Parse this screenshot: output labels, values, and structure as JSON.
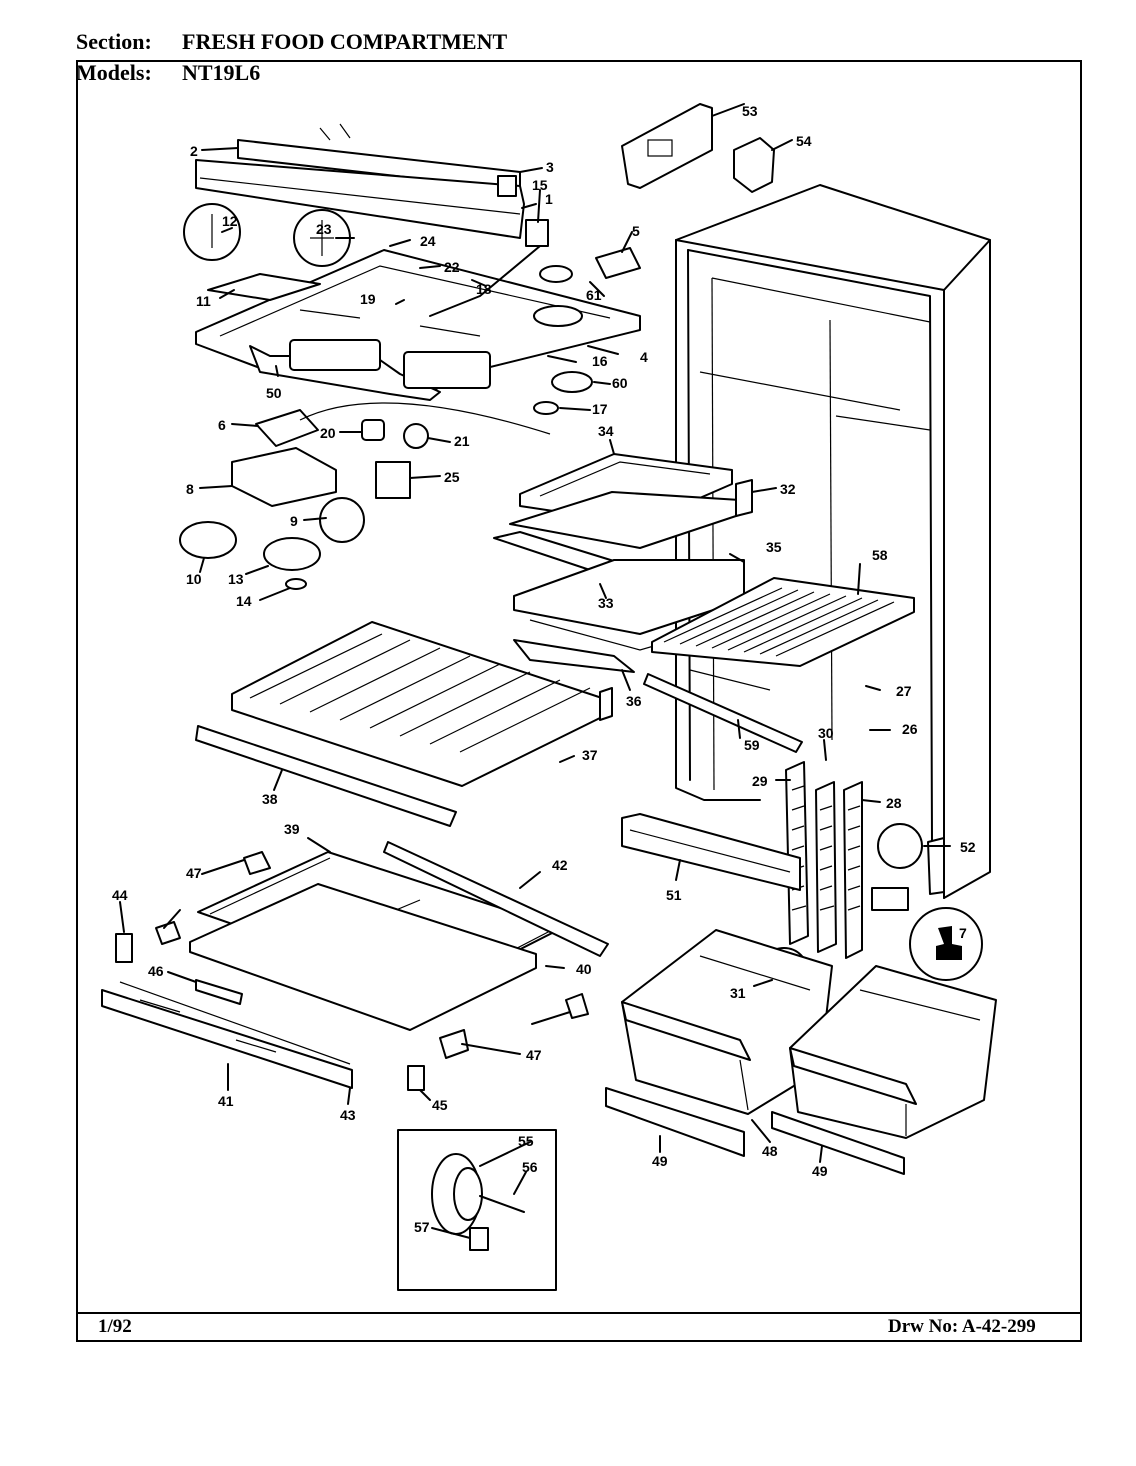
{
  "header": {
    "section_label": "Section:",
    "section_value": "FRESH FOOD COMPARTMENT",
    "models_label": "Models:",
    "models_value": "NT19L6"
  },
  "footer": {
    "date": "1/92",
    "drawing_number": "Drw No: A-42-299"
  },
  "callouts": [
    "1",
    "2",
    "3",
    "4",
    "5",
    "6",
    "7",
    "8",
    "9",
    "10",
    "11",
    "12",
    "13",
    "14",
    "15",
    "16",
    "17",
    "18",
    "19",
    "20",
    "21",
    "22",
    "23",
    "24",
    "25",
    "26",
    "27",
    "28",
    "29",
    "30",
    "31",
    "32",
    "33",
    "34",
    "35",
    "36",
    "37",
    "38",
    "39",
    "40",
    "41",
    "42",
    "43",
    "44",
    "45",
    "46",
    "47",
    "48",
    "49",
    "50",
    "51",
    "52",
    "53",
    "54",
    "55",
    "56",
    "57",
    "58",
    "59",
    "60",
    "61"
  ]
}
